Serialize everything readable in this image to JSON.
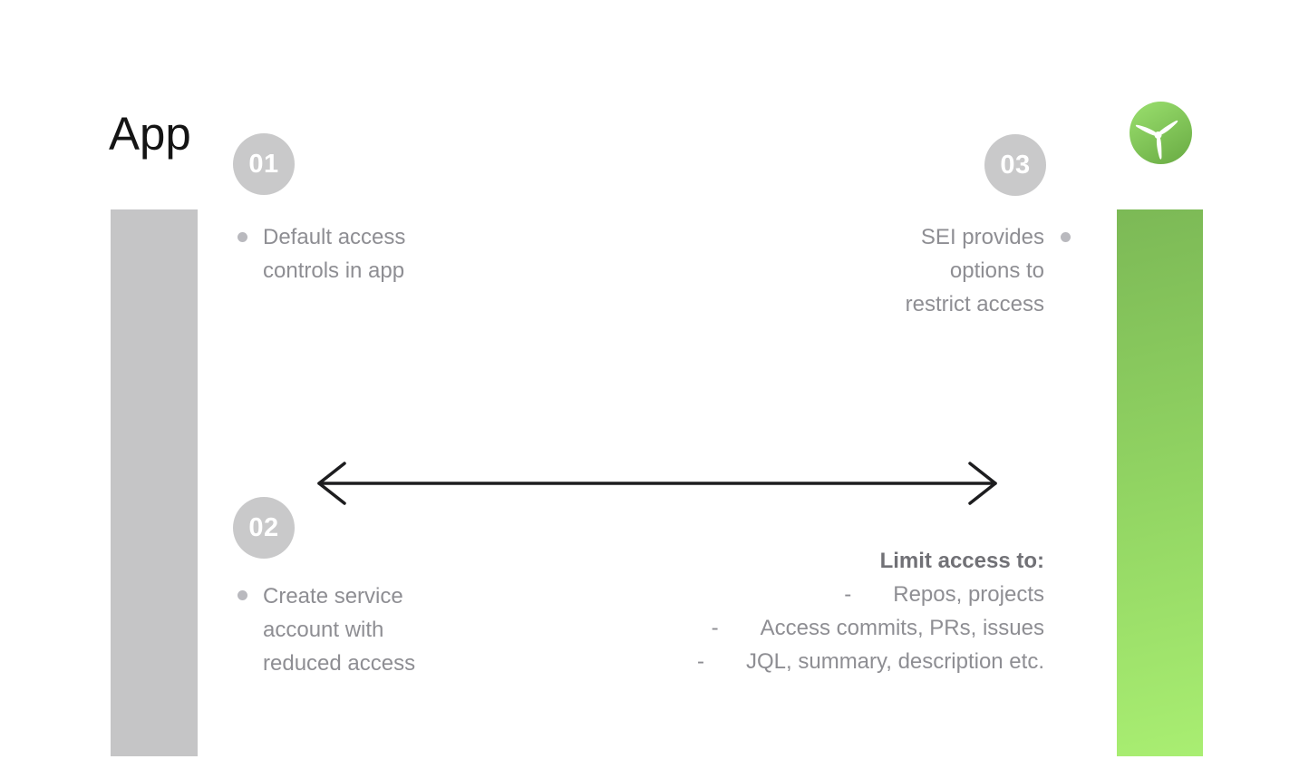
{
  "title": "App",
  "logo": {
    "icon": "propeller-logo",
    "green_top": "#97dc6b",
    "green_bottom": "#6cae46"
  },
  "bars": {
    "left_color": "#c5c5c6",
    "right_gradient_top": "#7cb956",
    "right_gradient_bottom": "#a9ee72"
  },
  "steps": {
    "step1": {
      "number": "01",
      "lines": [
        "Default access",
        "controls in app"
      ]
    },
    "step2": {
      "number": "02",
      "lines": [
        "Create service",
        "account with",
        "reduced access"
      ]
    },
    "step3": {
      "number": "03",
      "lines": [
        "SEI provides",
        "options to",
        "restrict access"
      ]
    }
  },
  "limit_access": {
    "heading": "Limit access to:",
    "dash": "-",
    "items": [
      "Repos, projects",
      "Access commits, PRs, issues",
      "JQL, summary, description etc."
    ]
  },
  "colors": {
    "title_text": "#141414",
    "body_text_gray": "#8e8e93",
    "heading_gray": "#717176",
    "bullet_gray": "#b9b9be",
    "circle_gray": "#c9c9ca",
    "arrow_black": "#1d1d1f"
  }
}
